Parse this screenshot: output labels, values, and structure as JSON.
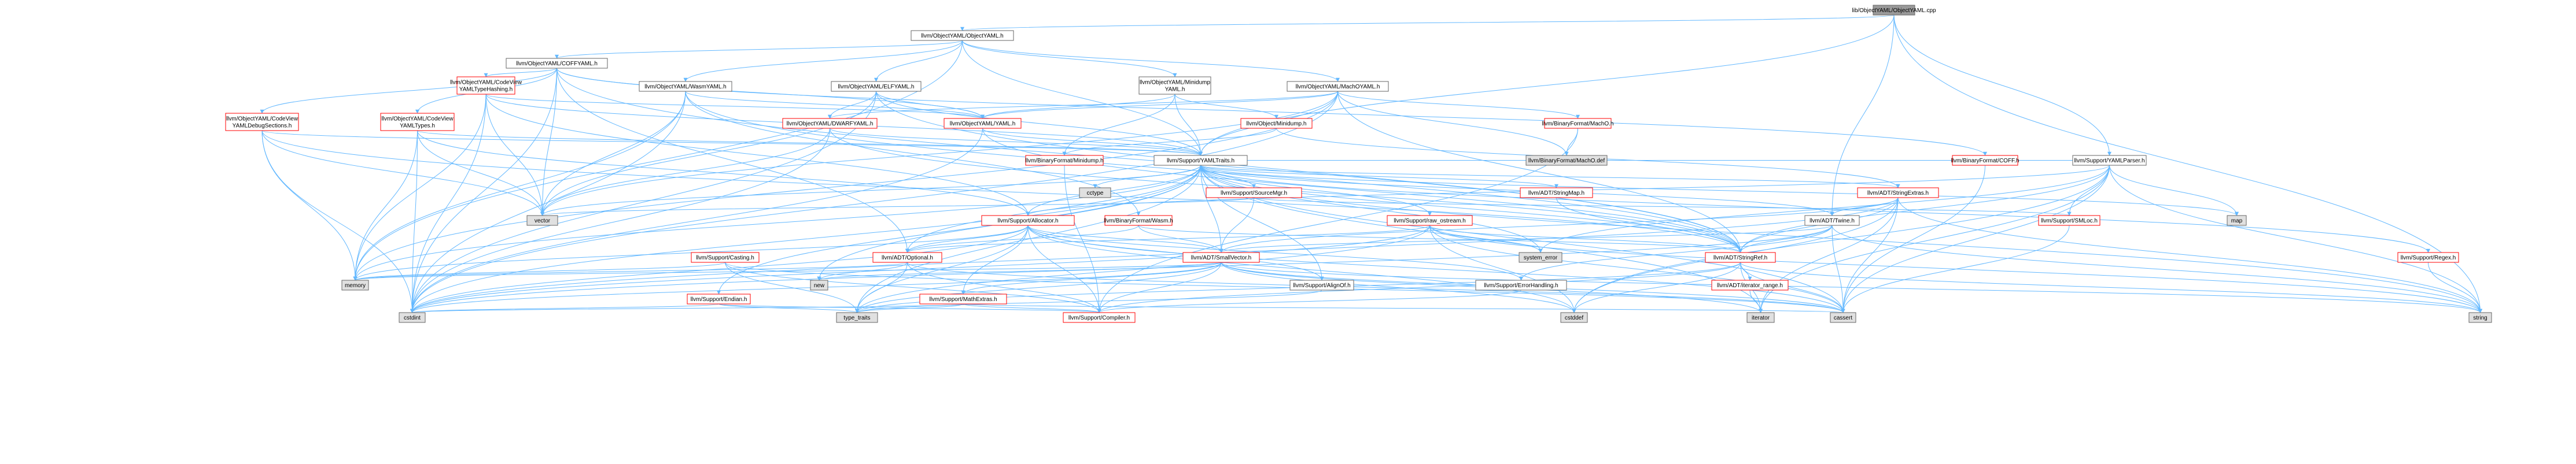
{
  "colors": {
    "root_fill": "#999999",
    "node_fill": "#ffffff",
    "external_fill": "#e0e0e0",
    "border_normal": "#666666",
    "border_red": "#ff0000",
    "edge": "#63b8ff"
  },
  "nodes": {
    "root": "lib/ObjectYAML/ObjectYAML.cpp",
    "objectyaml_h": "llvm/ObjectYAML/ObjectYAML.h",
    "coffyaml_h": "llvm/ObjectYAML/COFFYAML.h",
    "cvhash_h": [
      "llvm/ObjectYAML/CodeView",
      "YAMLTypeHashing.h"
    ],
    "wasmyaml_h": "llvm/ObjectYAML/WasmYAML.h",
    "elfyaml_h": "llvm/ObjectYAML/ELFYAML.h",
    "minidump_yaml_h": [
      "llvm/ObjectYAML/Minidump",
      "YAML.h"
    ],
    "machoyaml_h": "llvm/ObjectYAML/MachOYAML.h",
    "cvdebug_h": [
      "llvm/ObjectYAML/CodeView",
      "YAMLDebugSections.h"
    ],
    "cvtypes_h": [
      "llvm/ObjectYAML/CodeView",
      "YAMLTypes.h"
    ],
    "dwarfyaml_h": "llvm/ObjectYAML/DWARFYAML.h",
    "yaml_h": "llvm/ObjectYAML/YAML.h",
    "object_minidump_h": "llvm/Object/Minidump.h",
    "bf_macho_h": "llvm/BinaryFormat/MachO.h",
    "bf_coff_h": "llvm/BinaryFormat/COFF.h",
    "yamlparser_h": "llvm/Support/YAMLParser.h",
    "bf_minidump_h": "llvm/BinaryFormat/Minidump.h",
    "yamltraits_h": "llvm/Support/YAMLTraits.h",
    "bf_macho_def": "llvm/BinaryFormat/MachO.def",
    "cctype": "cctype",
    "sourcemgr_h": "llvm/Support/SourceMgr.h",
    "stringmap_h": "llvm/ADT/StringMap.h",
    "stringextras_h": "llvm/ADT/StringExtras.h",
    "vector": "vector",
    "allocator_h": "llvm/Support/Allocator.h",
    "bf_wasm_h": "llvm/BinaryFormat/Wasm.h",
    "raw_ostream_h": "llvm/Support/raw_ostream.h",
    "twine_h": "llvm/ADT/Twine.h",
    "smloc_h": "llvm/Support/SMLoc.h",
    "map": "map",
    "regex_h": "llvm/Support/Regex.h",
    "casting_h": "llvm/Support/Casting.h",
    "optional_h": "llvm/ADT/Optional.h",
    "smallvector_h": "llvm/ADT/SmallVector.h",
    "system_error": "system_error",
    "stringref_h": "llvm/ADT/StringRef.h",
    "memory": "memory",
    "new": "new",
    "endian_h": "llvm/Support/Endian.h",
    "mathextras_h": "llvm/Support/MathExtras.h",
    "alignof_h": "llvm/Support/AlignOf.h",
    "errorhandling_h": "llvm/Support/ErrorHandling.h",
    "iterator_range_h": "llvm/ADT/iterator_range.h",
    "cstdint": "cstdint",
    "type_traits": "type_traits",
    "compiler_h": "llvm/Support/Compiler.h",
    "cstddef": "cstddef",
    "iterator": "iterator",
    "cassert": "cassert",
    "string": "string"
  }
}
